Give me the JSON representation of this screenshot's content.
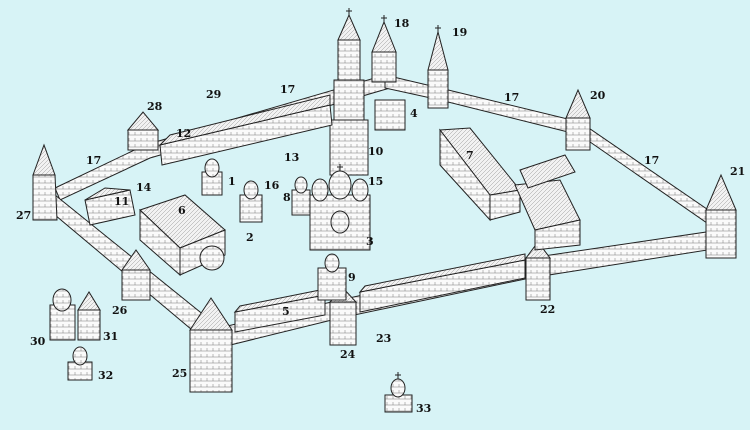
{
  "background": "#d7f3f6",
  "line_color": "#222222",
  "labels": [
    "1",
    "2",
    "3",
    "4",
    "5",
    "6",
    "7",
    "8",
    "9",
    "10",
    "11",
    "12",
    "13",
    "14",
    "15",
    "16",
    "17",
    "17",
    "17",
    "17",
    "18",
    "19",
    "20",
    "21",
    "22",
    "23",
    "24",
    "25",
    "26",
    "27",
    "28",
    "29",
    "30",
    "31",
    "32",
    "33"
  ]
}
